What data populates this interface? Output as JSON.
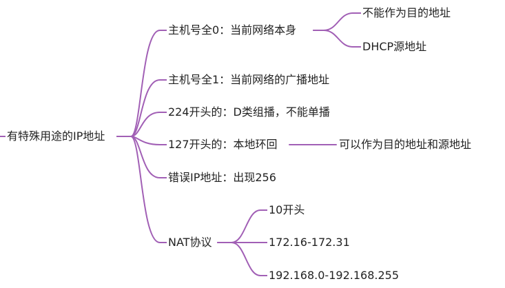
{
  "theme": {
    "line_color": "#a15fb5",
    "text_color": "#222222"
  },
  "mindmap": {
    "root": {
      "label": "有特殊用途的IP地址"
    },
    "branches": [
      {
        "label": "主机号全0：当前网络本身",
        "children": [
          {
            "label": "不能作为目的地址"
          },
          {
            "label": "DHCP源地址"
          }
        ]
      },
      {
        "label": "主机号全1：当前网络的广播地址"
      },
      {
        "label": "224开头的：D类组播，不能单播"
      },
      {
        "label": "127开头的：本地环回",
        "children": [
          {
            "label": "可以作为目的地址和源地址"
          }
        ]
      },
      {
        "label": "错误IP地址：出现256"
      },
      {
        "label": "NAT协议",
        "children": [
          {
            "label": "10开头"
          },
          {
            "label": "172.16-172.31"
          },
          {
            "label": "192.168.0-192.168.255"
          }
        ]
      }
    ]
  }
}
